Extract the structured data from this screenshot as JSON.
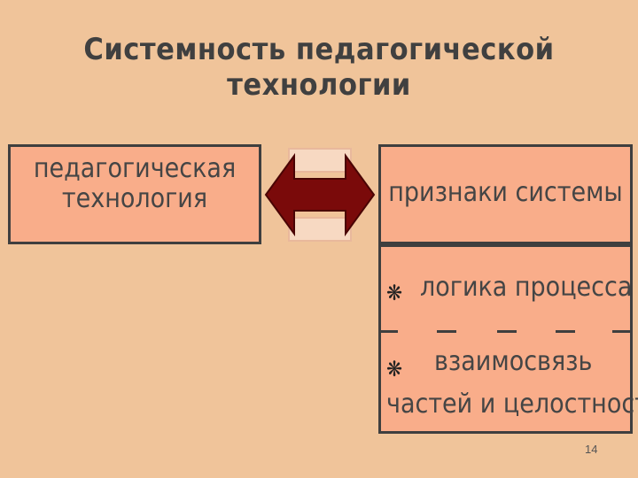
{
  "title": "Системность педагогической технологии",
  "left_box": {
    "line1": "педагогическая",
    "line2": "технология"
  },
  "right_header": "признаки системы",
  "right_items": {
    "item1": "логика процесса",
    "item2_line1": "взаимосвязь",
    "item2_line2": "частей и целостности"
  },
  "bullet_symbol": "❋",
  "page_number": "14",
  "colors": {
    "background": "#f0c49a",
    "box_fill": "#f9ad8a",
    "arrow": "#7a0a0a"
  },
  "icons": {
    "connector": "double-headed-arrow-icon",
    "bullet": "bullet-star-icon"
  }
}
